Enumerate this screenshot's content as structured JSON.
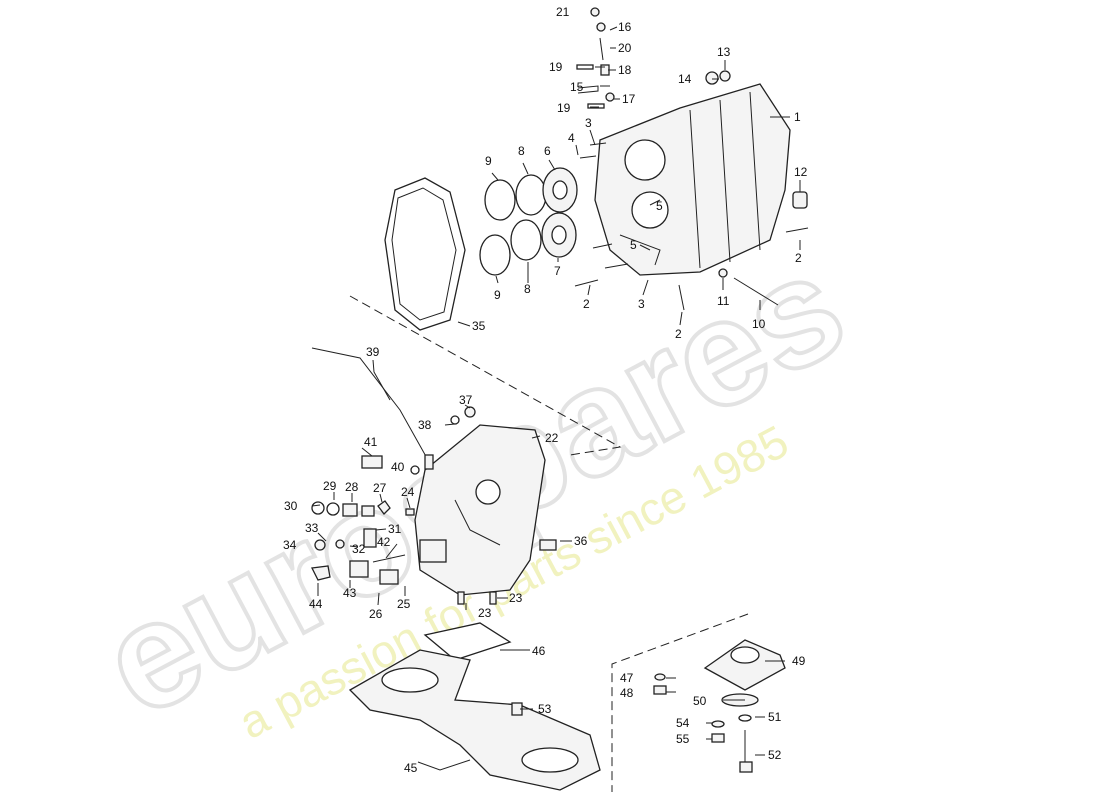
{
  "watermark": {
    "brand": "eurospares",
    "tagline": "a passion for parts since 1985"
  },
  "callouts": [
    {
      "id": "c1",
      "text": "1"
    },
    {
      "id": "c2a",
      "text": "2"
    },
    {
      "id": "c2b",
      "text": "2"
    },
    {
      "id": "c2c",
      "text": "2"
    },
    {
      "id": "c3a",
      "text": "3"
    },
    {
      "id": "c3b",
      "text": "3"
    },
    {
      "id": "c4",
      "text": "4"
    },
    {
      "id": "c5a",
      "text": "5"
    },
    {
      "id": "c5b",
      "text": "5"
    },
    {
      "id": "c6",
      "text": "6"
    },
    {
      "id": "c7",
      "text": "7"
    },
    {
      "id": "c8a",
      "text": "8"
    },
    {
      "id": "c8b",
      "text": "8"
    },
    {
      "id": "c9a",
      "text": "9"
    },
    {
      "id": "c9b",
      "text": "9"
    },
    {
      "id": "c10",
      "text": "10"
    },
    {
      "id": "c11",
      "text": "11"
    },
    {
      "id": "c12",
      "text": "12"
    },
    {
      "id": "c13",
      "text": "13"
    },
    {
      "id": "c14",
      "text": "14"
    },
    {
      "id": "c15",
      "text": "15"
    },
    {
      "id": "c16",
      "text": "16"
    },
    {
      "id": "c17",
      "text": "17"
    },
    {
      "id": "c18",
      "text": "18"
    },
    {
      "id": "c19a",
      "text": "19"
    },
    {
      "id": "c19b",
      "text": "19"
    },
    {
      "id": "c20",
      "text": "20"
    },
    {
      "id": "c21",
      "text": "21"
    },
    {
      "id": "c22",
      "text": "22"
    },
    {
      "id": "c23a",
      "text": "23"
    },
    {
      "id": "c23b",
      "text": "23"
    },
    {
      "id": "c24",
      "text": "24"
    },
    {
      "id": "c25",
      "text": "25"
    },
    {
      "id": "c26",
      "text": "26"
    },
    {
      "id": "c27",
      "text": "27"
    },
    {
      "id": "c28",
      "text": "28"
    },
    {
      "id": "c29",
      "text": "29"
    },
    {
      "id": "c30",
      "text": "30"
    },
    {
      "id": "c31",
      "text": "31"
    },
    {
      "id": "c32",
      "text": "32"
    },
    {
      "id": "c33",
      "text": "33"
    },
    {
      "id": "c34",
      "text": "34"
    },
    {
      "id": "c35",
      "text": "35"
    },
    {
      "id": "c36",
      "text": "36"
    },
    {
      "id": "c37",
      "text": "37"
    },
    {
      "id": "c38",
      "text": "38"
    },
    {
      "id": "c39",
      "text": "39"
    },
    {
      "id": "c40",
      "text": "40"
    },
    {
      "id": "c41",
      "text": "41"
    },
    {
      "id": "c42",
      "text": "42"
    },
    {
      "id": "c43",
      "text": "43"
    },
    {
      "id": "c44",
      "text": "44"
    },
    {
      "id": "c45",
      "text": "45"
    },
    {
      "id": "c46",
      "text": "46"
    },
    {
      "id": "c47",
      "text": "47"
    },
    {
      "id": "c48",
      "text": "48"
    },
    {
      "id": "c49",
      "text": "49"
    },
    {
      "id": "c50",
      "text": "50"
    },
    {
      "id": "c51",
      "text": "51"
    },
    {
      "id": "c52",
      "text": "52"
    },
    {
      "id": "c53",
      "text": "53"
    },
    {
      "id": "c54",
      "text": "54"
    },
    {
      "id": "c55",
      "text": "55"
    }
  ]
}
